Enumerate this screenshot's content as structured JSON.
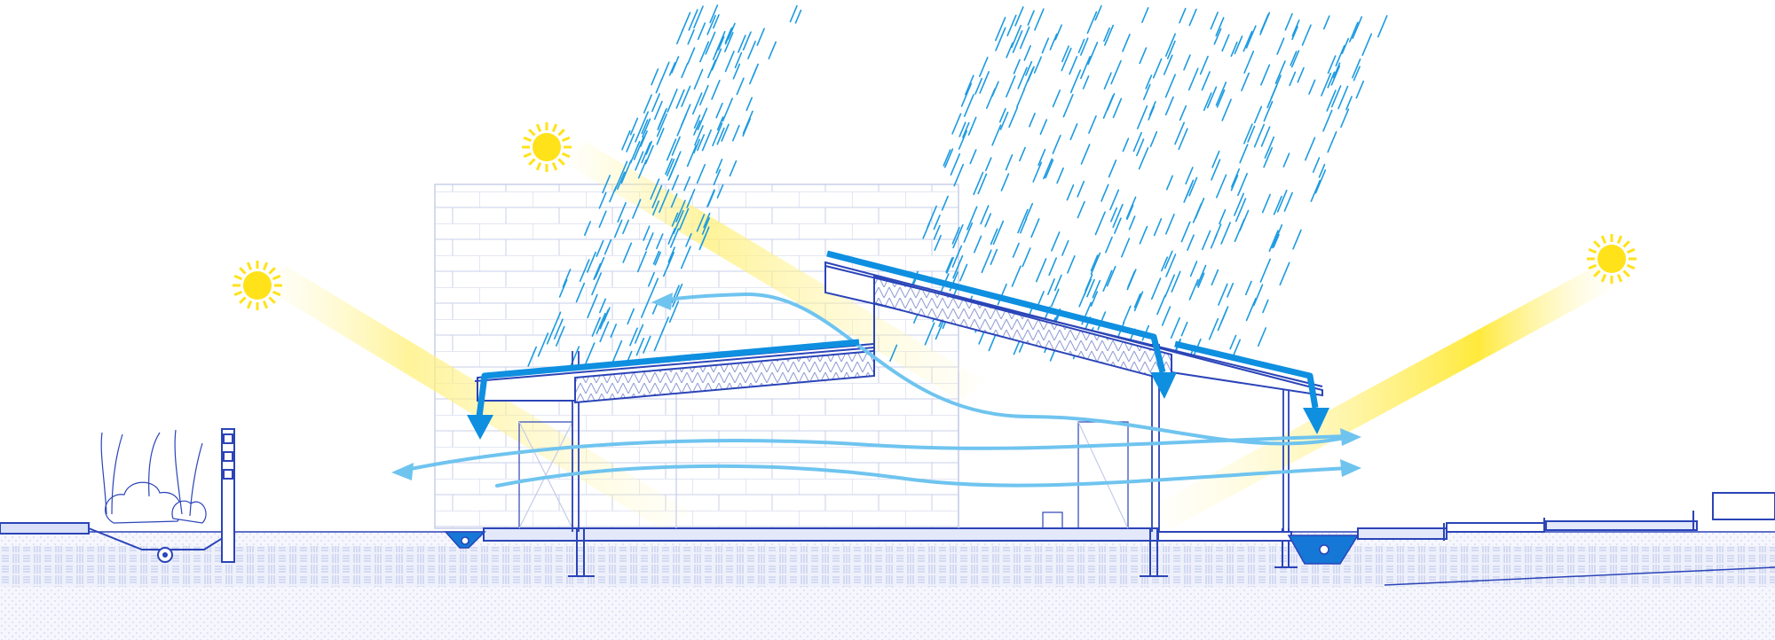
{
  "diagram": {
    "kind": "architectural-section",
    "elements": {
      "suns": [
        "sun-icon",
        "sun-icon",
        "sun-icon"
      ],
      "rain_fields": [
        "left-rain",
        "right-rain"
      ],
      "airflow_arrows": [
        "upper-airflow",
        "lower-airflow",
        "middle-airflow"
      ],
      "drainage_arrows": [
        "left-roof-drain",
        "middle-roof-drain",
        "right-roof-drain"
      ]
    },
    "colors": {
      "linework": "#2b44b8",
      "rain": "#1d9be0",
      "drain_arrow": "#0e8fe0",
      "airflow": "#6fc4ef",
      "sun": "#ffe21a",
      "sun_ray": "#fff07a",
      "ground_fill": "#eef1fb",
      "water": "#1577d6"
    }
  }
}
